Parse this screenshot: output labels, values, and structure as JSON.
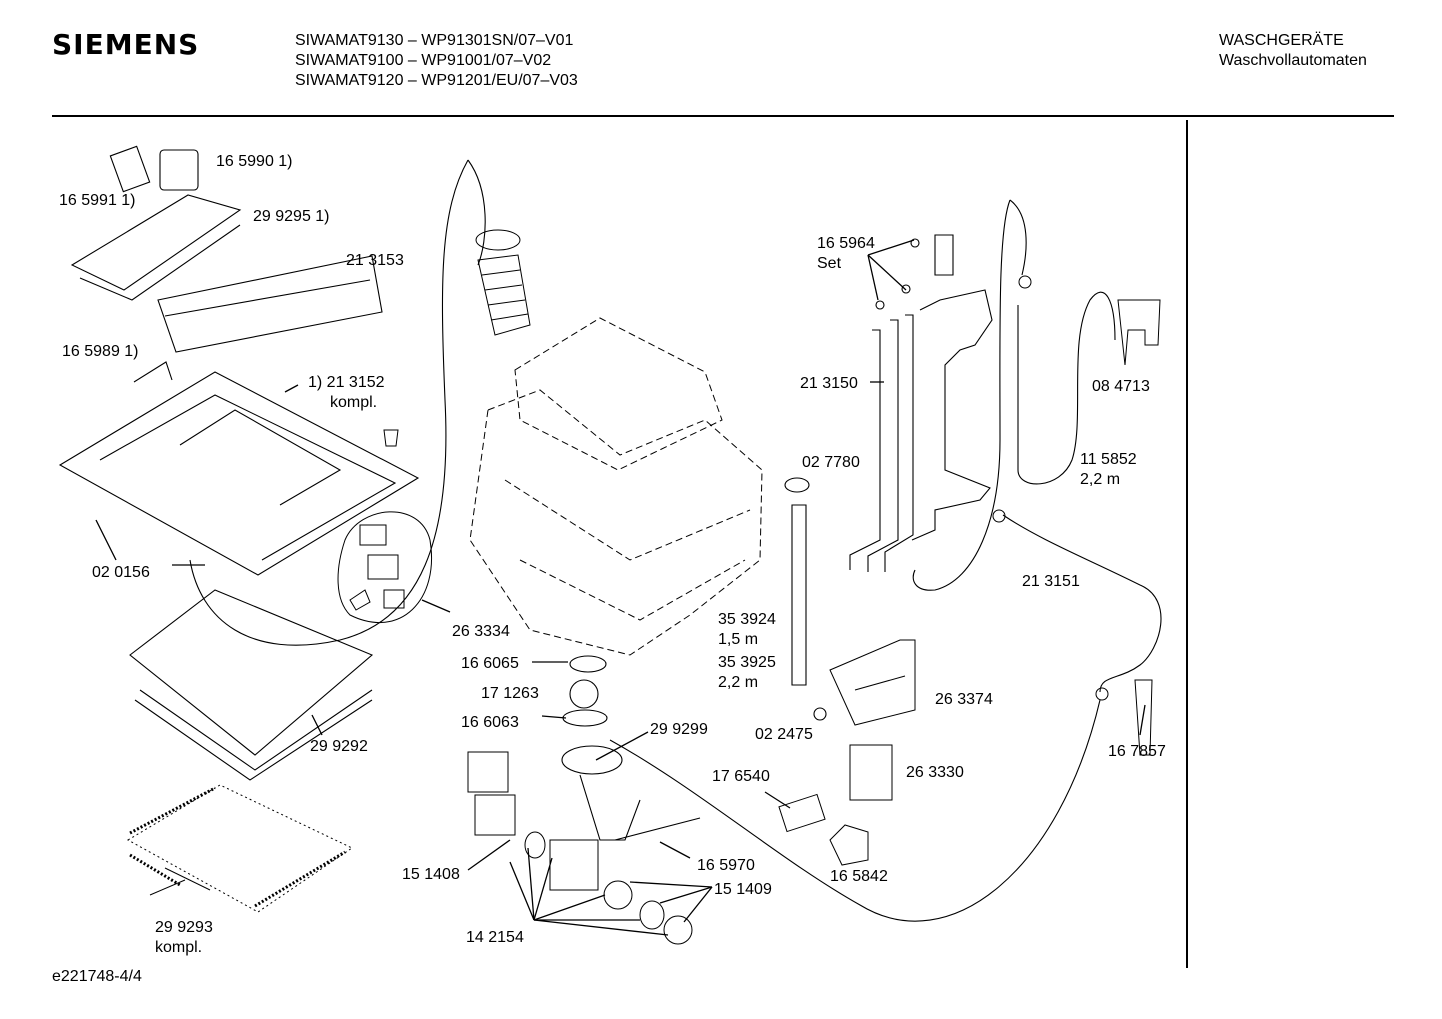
{
  "header": {
    "brand": "SIEMENS",
    "models": [
      "SIWAMAT9130 – WP91301SN/07–V01",
      "SIWAMAT9100 – WP91001/07–V02",
      "SIWAMAT9120 – WP91201/EU/07–V03"
    ],
    "category_line1": "WASCHGERÄTE",
    "category_line2": "Waschvollautomaten"
  },
  "parts": [
    {
      "line1": "16 5990 1)"
    },
    {
      "line1": "16 5991 1)"
    },
    {
      "line1": "29 9295 1)"
    },
    {
      "line1": "21 3153"
    },
    {
      "line1": "16 5989 1)"
    },
    {
      "line1": "1) 21 3152",
      "line2": "kompl."
    },
    {
      "line1": "02 0156"
    },
    {
      "line1": "26 3334"
    },
    {
      "line1": "29 9292"
    },
    {
      "line1": "29 9293",
      "line2": "kompl."
    },
    {
      "line1": "16 6065"
    },
    {
      "line1": "17 1263"
    },
    {
      "line1": "16 6063"
    },
    {
      "line1": "29 9299"
    },
    {
      "line1": "15 1408"
    },
    {
      "line1": "16 5970"
    },
    {
      "line1": "15 1409"
    },
    {
      "line1": "14 2154"
    },
    {
      "line1": "16 5964",
      "line2": "Set"
    },
    {
      "line1": "21 3150"
    },
    {
      "line1": "02 7780"
    },
    {
      "line1": "35 3924",
      "line2": "1,5 m"
    },
    {
      "line1": "35 3925",
      "line2": "2,2 m"
    },
    {
      "line1": "02 2475"
    },
    {
      "line1": "17 6540"
    },
    {
      "line1": "16 5842"
    },
    {
      "line1": "26 3374"
    },
    {
      "line1": "26 3330"
    },
    {
      "line1": "08 4713"
    },
    {
      "line1": "11 5852",
      "line2": "2,2 m"
    },
    {
      "line1": "21 3151"
    },
    {
      "line1": "16 7857"
    }
  ],
  "footer": {
    "doc_id": "e221748-4/4"
  }
}
